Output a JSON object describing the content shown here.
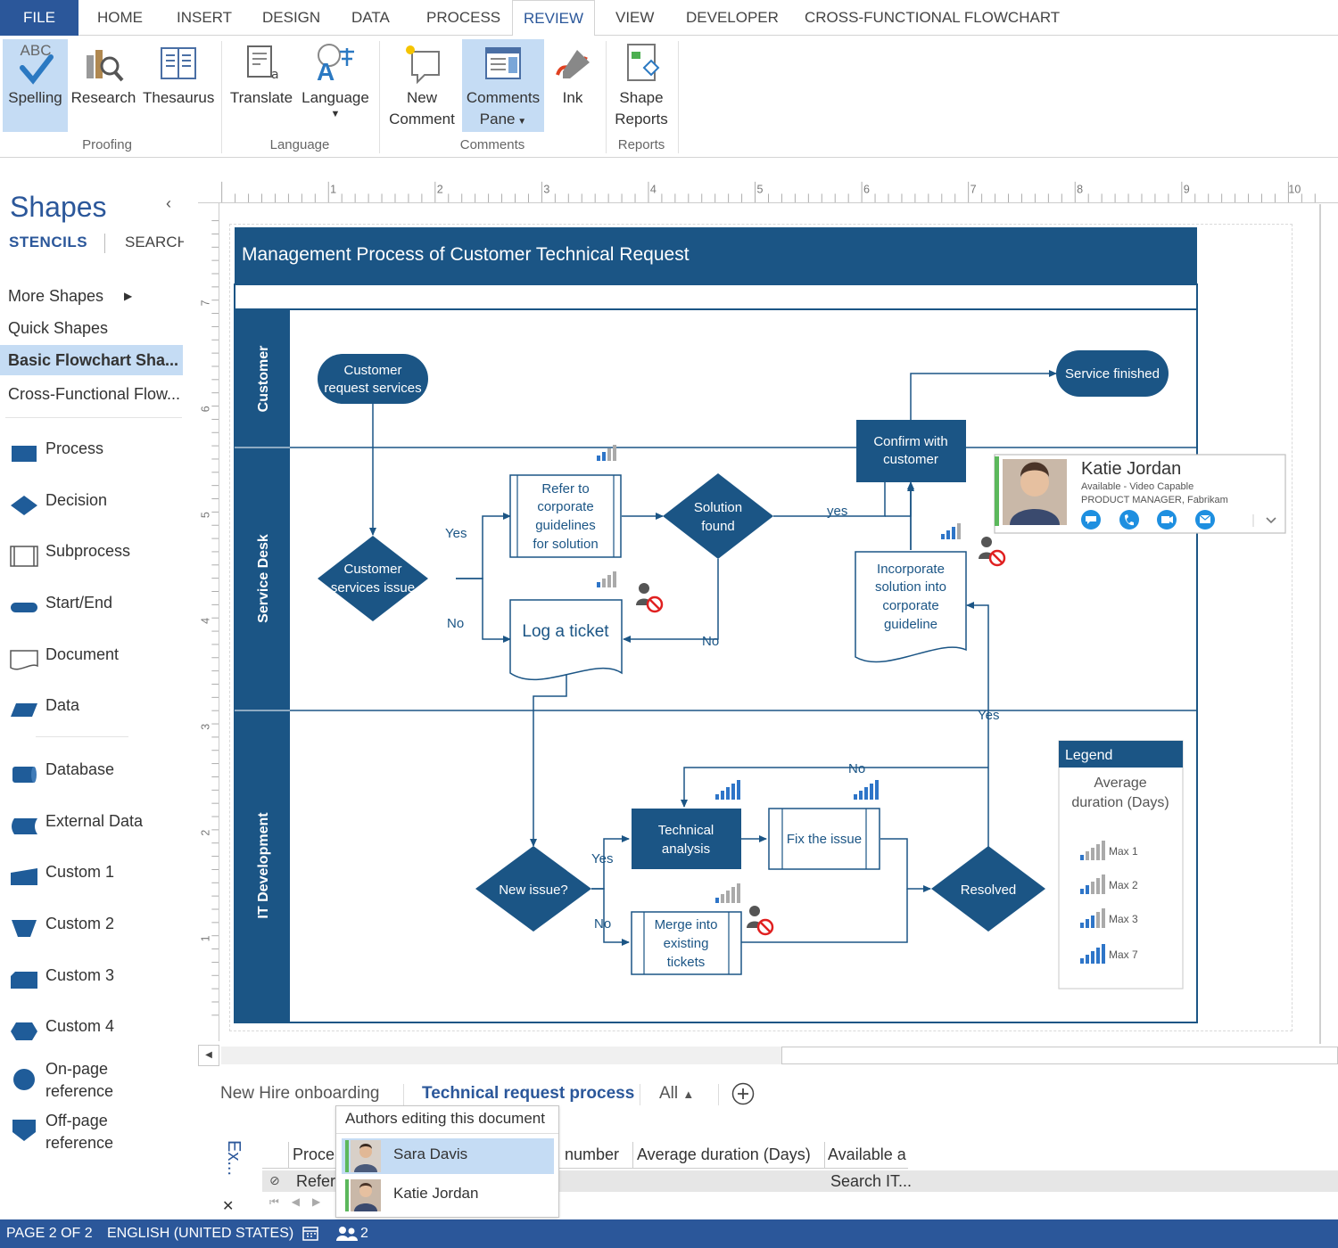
{
  "ribbon_tabs": [
    {
      "label": "FILE"
    },
    {
      "label": "HOME"
    },
    {
      "label": "INSERT"
    },
    {
      "label": "DESIGN"
    },
    {
      "label": "DATA"
    },
    {
      "label": "PROCESS"
    },
    {
      "label": "REVIEW"
    },
    {
      "label": "VIEW"
    },
    {
      "label": "DEVELOPER"
    },
    {
      "label": "CROSS-FUNCTIONAL FLOWCHART"
    }
  ],
  "ribbon": {
    "spelling": "Spelling",
    "spelling_abc": "ABC",
    "research": "Research",
    "thesaurus": "Thesaurus",
    "translate": "Translate",
    "language": "Language",
    "new_1": "New",
    "new_2": "Comment",
    "comments_1": "Comments",
    "comments_2": "Pane",
    "ink": "Ink",
    "shape_1": "Shape",
    "shape_2": "Reports",
    "groups": {
      "proofing": "Proofing",
      "language": "Language",
      "comments": "Comments",
      "reports": "Reports"
    }
  },
  "shapes_pane": {
    "title": "Shapes",
    "collapse": "‹",
    "tab_stencils": "STENCILS",
    "tab_search": "SEARCH",
    "more_shapes": "More Shapes",
    "quick_shapes": "Quick Shapes",
    "basic_flowchart": "Basic Flowchart Sha...",
    "cross_functional": "Cross-Functional Flow...",
    "items": {
      "process": "Process",
      "decision": "Decision",
      "subprocess": "Subprocess",
      "startend": "Start/End",
      "document": "Document",
      "data": "Data",
      "database": "Database",
      "external": "External Data",
      "custom1": "Custom 1",
      "custom2": "Custom 2",
      "custom3": "Custom 3",
      "custom4": "Custom 4",
      "onpage_1": "On-page",
      "onpage_2": "reference",
      "offpage_1": "Off-page",
      "offpage_2": "reference"
    }
  },
  "ruler": {
    "top": [
      "1",
      "2",
      "3",
      "4",
      "5",
      "6",
      "7",
      "8",
      "9",
      "10"
    ],
    "left": [
      "7",
      "6",
      "5",
      "4",
      "3",
      "2",
      "1"
    ]
  },
  "diagram": {
    "title": "Management Process of Customer Technical Request",
    "lanes": {
      "customer": "Customer",
      "service": "Service Desk",
      "it": "IT Development"
    },
    "n_customer_1": "Customer",
    "n_customer_2": "request services",
    "n_service_finished": "Service finished",
    "n_confirm_1": "Confirm with",
    "n_confirm_2": "customer",
    "n_refer_1": "Refer to",
    "n_refer_2": "corporate",
    "n_refer_3": "guidelines",
    "n_refer_4": "for solution",
    "n_solution_1": "Solution",
    "n_solution_2": "found",
    "n_csi_1": "Customer",
    "n_csi_2": "services issue",
    "n_log": "Log a ticket",
    "n_incorp_1": "Incorporate",
    "n_incorp_2": "solution into",
    "n_incorp_3": "corporate",
    "n_incorp_4": "guideline",
    "n_tech_1": "Technical",
    "n_tech_2": "analysis",
    "n_fix": "Fix the issue",
    "n_new": "New issue?",
    "n_merge_1": "Merge into",
    "n_merge_2": "existing",
    "n_merge_3": "tickets",
    "n_resolved": "Resolved",
    "l_yes1": "Yes",
    "l_no1": "No",
    "l_yes2": "yes",
    "l_no2": "No",
    "l_yes3": "Yes",
    "l_no3": "No",
    "l_yes4": "Yes",
    "l_no4": "No",
    "legend": {
      "title": "Legend",
      "sub_1": "Average",
      "sub_2": "duration (Days)",
      "m1": "Max 1",
      "m2": "Max 2",
      "m3": "Max 3",
      "m7": "Max 7"
    },
    "contact": {
      "name": "Katie Jordan",
      "status": "Available - Video Capable",
      "role": "PRODUCT MANAGER, Fabrikam"
    }
  },
  "sheet_tabs": {
    "tab1": "New Hire onboarding",
    "tab2": "Technical request process",
    "tab3": "All"
  },
  "authors_popup": {
    "title": "Authors editing this document",
    "author1": "Sara Davis",
    "author2": "Katie Jordan"
  },
  "ext_data": {
    "pane_label": "Ex...",
    "col1": "Proce",
    "col2": "number",
    "col3": "Average duration (Days)",
    "col4": "Available a",
    "row1_a": "Refer",
    "row1_b": "Search IT..."
  },
  "status_bar": {
    "page": "PAGE 2 OF 2",
    "language": "ENGLISH (UNITED STATES)",
    "authors": "2"
  },
  "colors": {
    "accent": "#2b579a",
    "diagram_navy": "#1b5585",
    "selection": "#c5dcf4"
  }
}
